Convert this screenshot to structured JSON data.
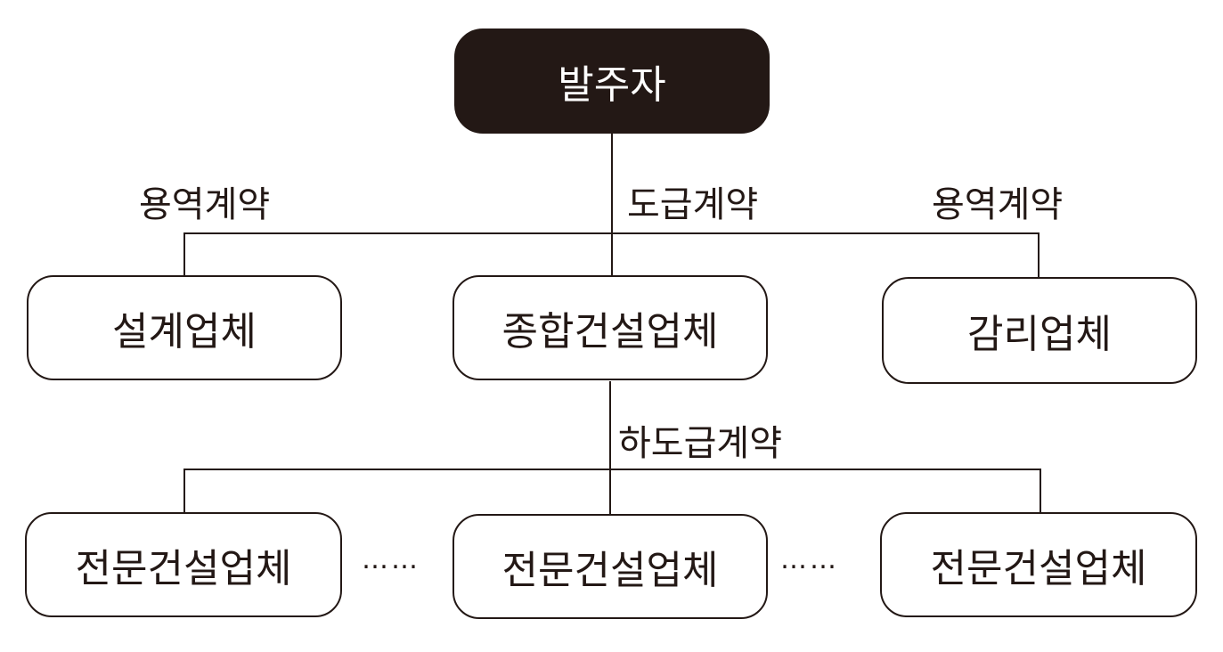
{
  "root": {
    "label": "발주자"
  },
  "contracts": {
    "left": "용역계약",
    "center": "도급계약",
    "right": "용역계약",
    "sub": "하도급계약"
  },
  "level1": [
    {
      "label": "설계업체"
    },
    {
      "label": "종합건설업체"
    },
    {
      "label": "감리업체"
    }
  ],
  "level2": [
    {
      "label": "전문건설업체"
    },
    {
      "label": "전문건설업체"
    },
    {
      "label": "전문건설업체"
    }
  ],
  "ellipsis": "……"
}
